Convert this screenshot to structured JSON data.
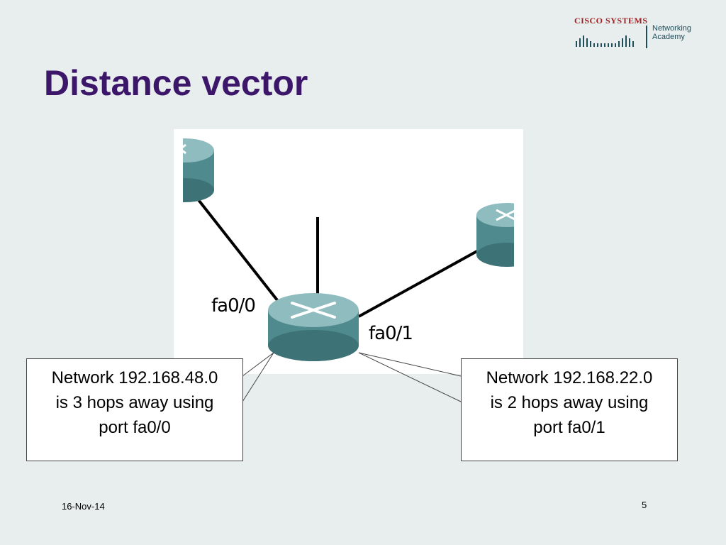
{
  "logo": {
    "brand": "CISCO SYSTEMS",
    "line1": "Networking",
    "line2": "Academy",
    "colors": {
      "brand": "#a31d21",
      "academy": "#1f4e5a"
    }
  },
  "title": "Distance vector",
  "diagram": {
    "ports": {
      "left": "fa0/0",
      "right": "fa0/1"
    },
    "router_color": "#4f8a8e"
  },
  "callouts": {
    "left": {
      "line1": "Network 192.168.48.0",
      "line2": "is 3 hops away using",
      "line3": "port fa0/0"
    },
    "right": {
      "line1": "Network 192.168.22.0",
      "line2": "is 2 hops away using",
      "line3": "port fa0/1"
    }
  },
  "footer": {
    "date": "16-Nov-14",
    "page": "5"
  },
  "colors": {
    "background": "#e8edee",
    "title": "#3c1669"
  }
}
